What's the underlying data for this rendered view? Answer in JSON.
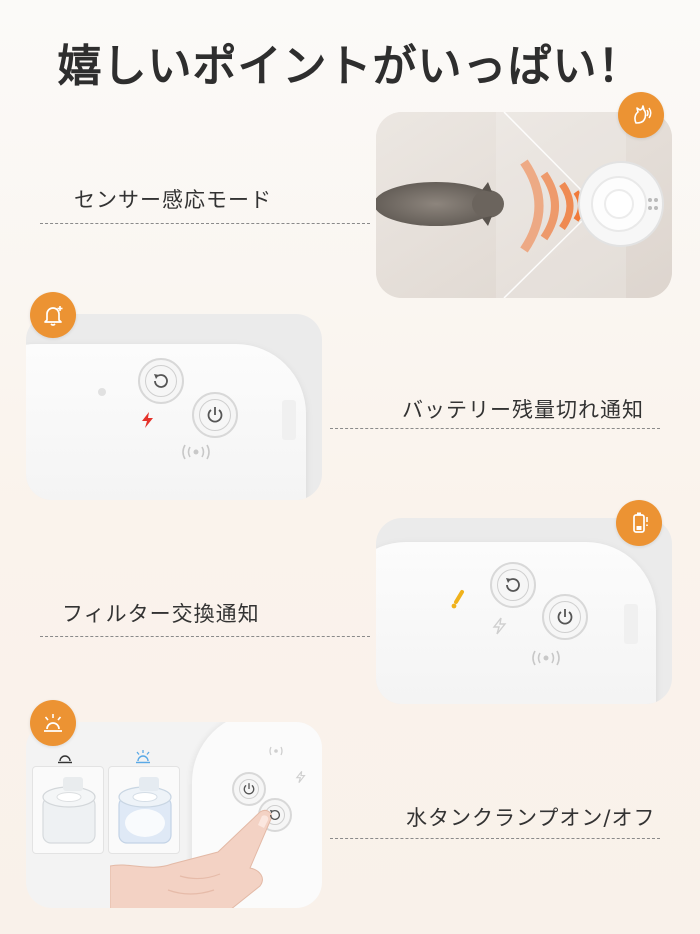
{
  "page": {
    "title": "嬉しいポイントがいっぱい！"
  },
  "features": [
    {
      "label": "センサー感応モード",
      "icon": "cat-sensor-icon"
    },
    {
      "label": "バッテリー残量切れ通知",
      "icon": "bell-icon"
    },
    {
      "label": "フィルター交換通知",
      "icon": "battery-icon"
    },
    {
      "label": "水タンクランプオン/オフ",
      "icon": "lamp-icon"
    }
  ],
  "colors": {
    "badge": "#ec9333",
    "warning_red": "#e4322b",
    "warning_amber": "#f0b21c",
    "light_blue": "#5aa9e6",
    "sensor_wave": "#f07a3a"
  }
}
